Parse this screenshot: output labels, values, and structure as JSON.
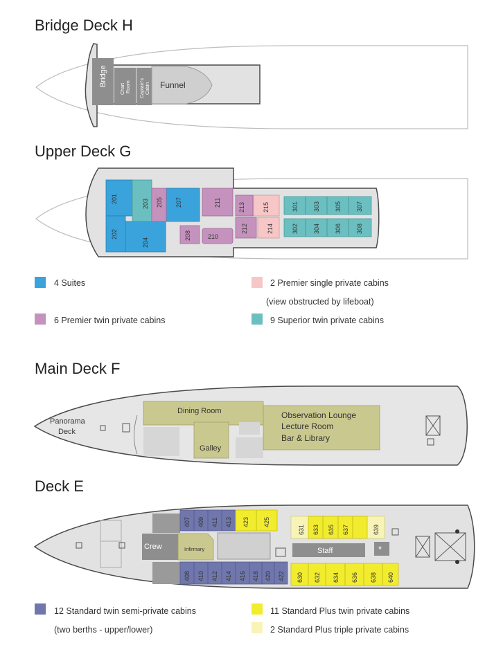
{
  "colors": {
    "suite": "#3aa3dc",
    "premier_twin": "#c592bd",
    "premier_single": "#f7c6c6",
    "superior_twin": "#6bbfc0",
    "standard_twin": "#7077ad",
    "standard_plus_twin": "#f2ec2f",
    "standard_plus_triple": "#f8f4b8",
    "public_area": "#c9c98f",
    "service_area": "#8e8e8e",
    "deck_fill": "#e7e7e7",
    "deck_outline": "#4a4a4a"
  },
  "decks": {
    "bridge": {
      "title": "Bridge Deck H",
      "rooms": {
        "bridge": "Bridge",
        "chart_room_1": "Chart",
        "chart_room_2": "Room",
        "captains_cabin_1": "Captain's",
        "captains_cabin_2": "Cabin",
        "funnel": "Funnel"
      }
    },
    "upper": {
      "title": "Upper Deck G",
      "cabins": {
        "c201": "201",
        "c202": "202",
        "c203": "203",
        "c204": "204",
        "c205": "205",
        "c207": "207",
        "c208": "208",
        "c210": "210",
        "c211": "211",
        "c212": "212",
        "c213": "213",
        "c214": "214",
        "c215": "215",
        "c301": "301",
        "c302": "302",
        "c303": "303",
        "c304": "304",
        "c305": "305",
        "c306": "306",
        "c307": "307",
        "c308": "308"
      }
    },
    "main": {
      "title": "Main Deck F",
      "rooms": {
        "panorama_1": "Panorama",
        "panorama_2": "Deck",
        "dining": "Dining Room",
        "galley": "Galley",
        "observation_1": "Observation Lounge",
        "observation_2": "Lecture Room",
        "observation_3": "Bar & Library"
      }
    },
    "e": {
      "title": "Deck E",
      "rooms": {
        "crew": "Crew",
        "infirmary": "Infirmary",
        "staff": "Staff",
        "asterisk": "*"
      },
      "cabins": {
        "c407": "407",
        "c409": "409",
        "c411": "411",
        "c413": "413",
        "c423": "423",
        "c425": "425",
        "c408": "408",
        "c410": "410",
        "c412": "412",
        "c414": "414",
        "c416": "416",
        "c418": "418",
        "c420": "420",
        "c422": "422",
        "c631": "631",
        "c633": "633",
        "c635": "635",
        "c637": "637",
        "c639": "639",
        "c630": "630",
        "c632": "632",
        "c634": "634",
        "c636": "636",
        "c638": "638",
        "c640": "640"
      }
    }
  },
  "legend_upper": {
    "suites": "4 Suites",
    "premier_single": "2 Premier single private cabins",
    "premier_single_note": "(view obstructed by lifeboat)",
    "premier_twin": "6 Premier twin private cabins",
    "superior_twin": "9 Superior twin private cabins"
  },
  "legend_e": {
    "standard_twin": "12 Standard twin semi-private cabins",
    "standard_twin_note": "(two berths - upper/lower)",
    "standard_plus_twin": "11 Standard Plus twin private cabins",
    "standard_plus_triple": "2 Standard Plus triple private cabins"
  }
}
